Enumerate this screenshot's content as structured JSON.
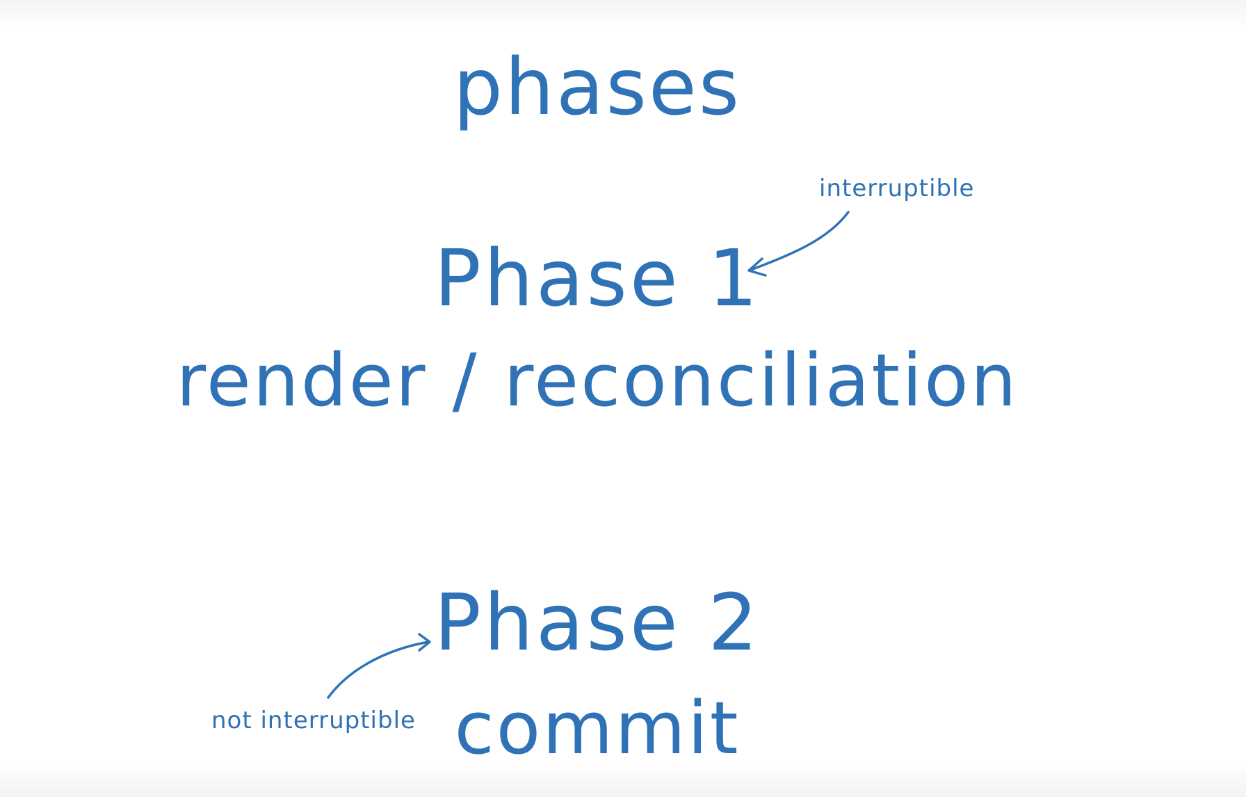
{
  "title": "phases",
  "phase1": {
    "heading": "Phase 1",
    "subtitle": "render / reconciliation",
    "annotation": "interruptible"
  },
  "phase2": {
    "heading": "Phase 2",
    "subtitle": "commit",
    "annotation": "not interruptible"
  },
  "colors": {
    "ink": "#2f72b6",
    "background": "#ffffff"
  }
}
